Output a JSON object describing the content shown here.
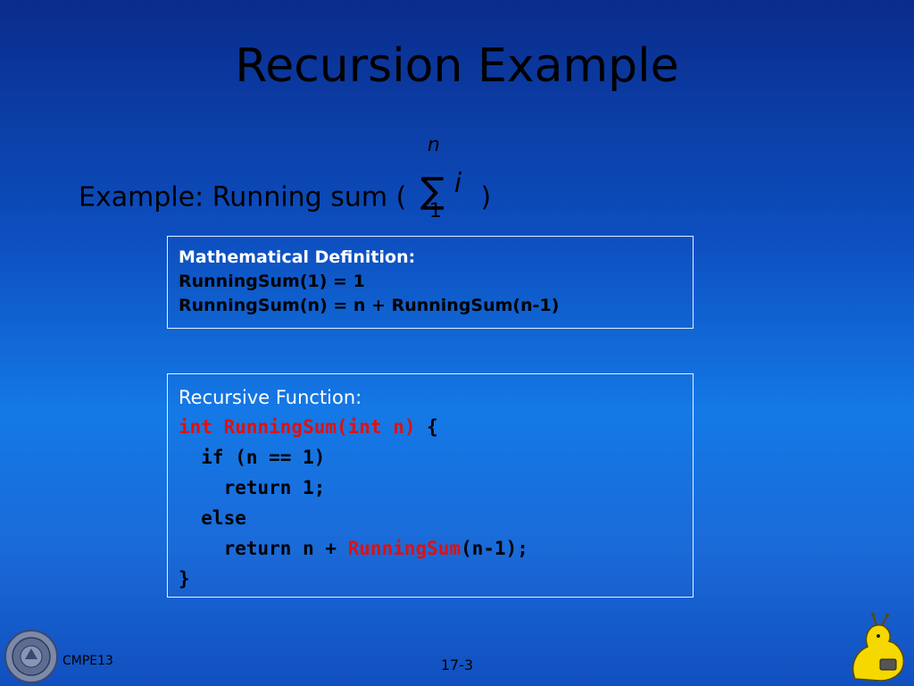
{
  "slide": {
    "title": "Recursion Example",
    "example": {
      "label": "Example: Running sum (",
      "sum_symbol": "∑",
      "sum_upper": "n",
      "sum_lower": "1",
      "sum_var": "i",
      "close_paren": ")"
    },
    "definition_box": {
      "heading": "Mathematical Definition:",
      "lines": [
        "RunningSum(1) = 1",
        "RunningSum(n) = n + RunningSum(n-1)"
      ]
    },
    "function_box": {
      "heading": "Recursive Function:",
      "signature_red": "int RunningSum(int n)",
      "signature_rest": " {",
      "line2": "  if (n == 1)",
      "line3": "    return 1;",
      "line4": "  else",
      "line5_pre": "    return n + ",
      "line5_red": "RunningSum",
      "line5_post": "(n-1);",
      "line6": "}"
    },
    "footer": {
      "course": "CMPE13",
      "page": "17-3"
    }
  },
  "colors": {
    "code_highlight": "#e01010",
    "box_border": "#e8f0ff",
    "heading_text": "#ffffff"
  }
}
